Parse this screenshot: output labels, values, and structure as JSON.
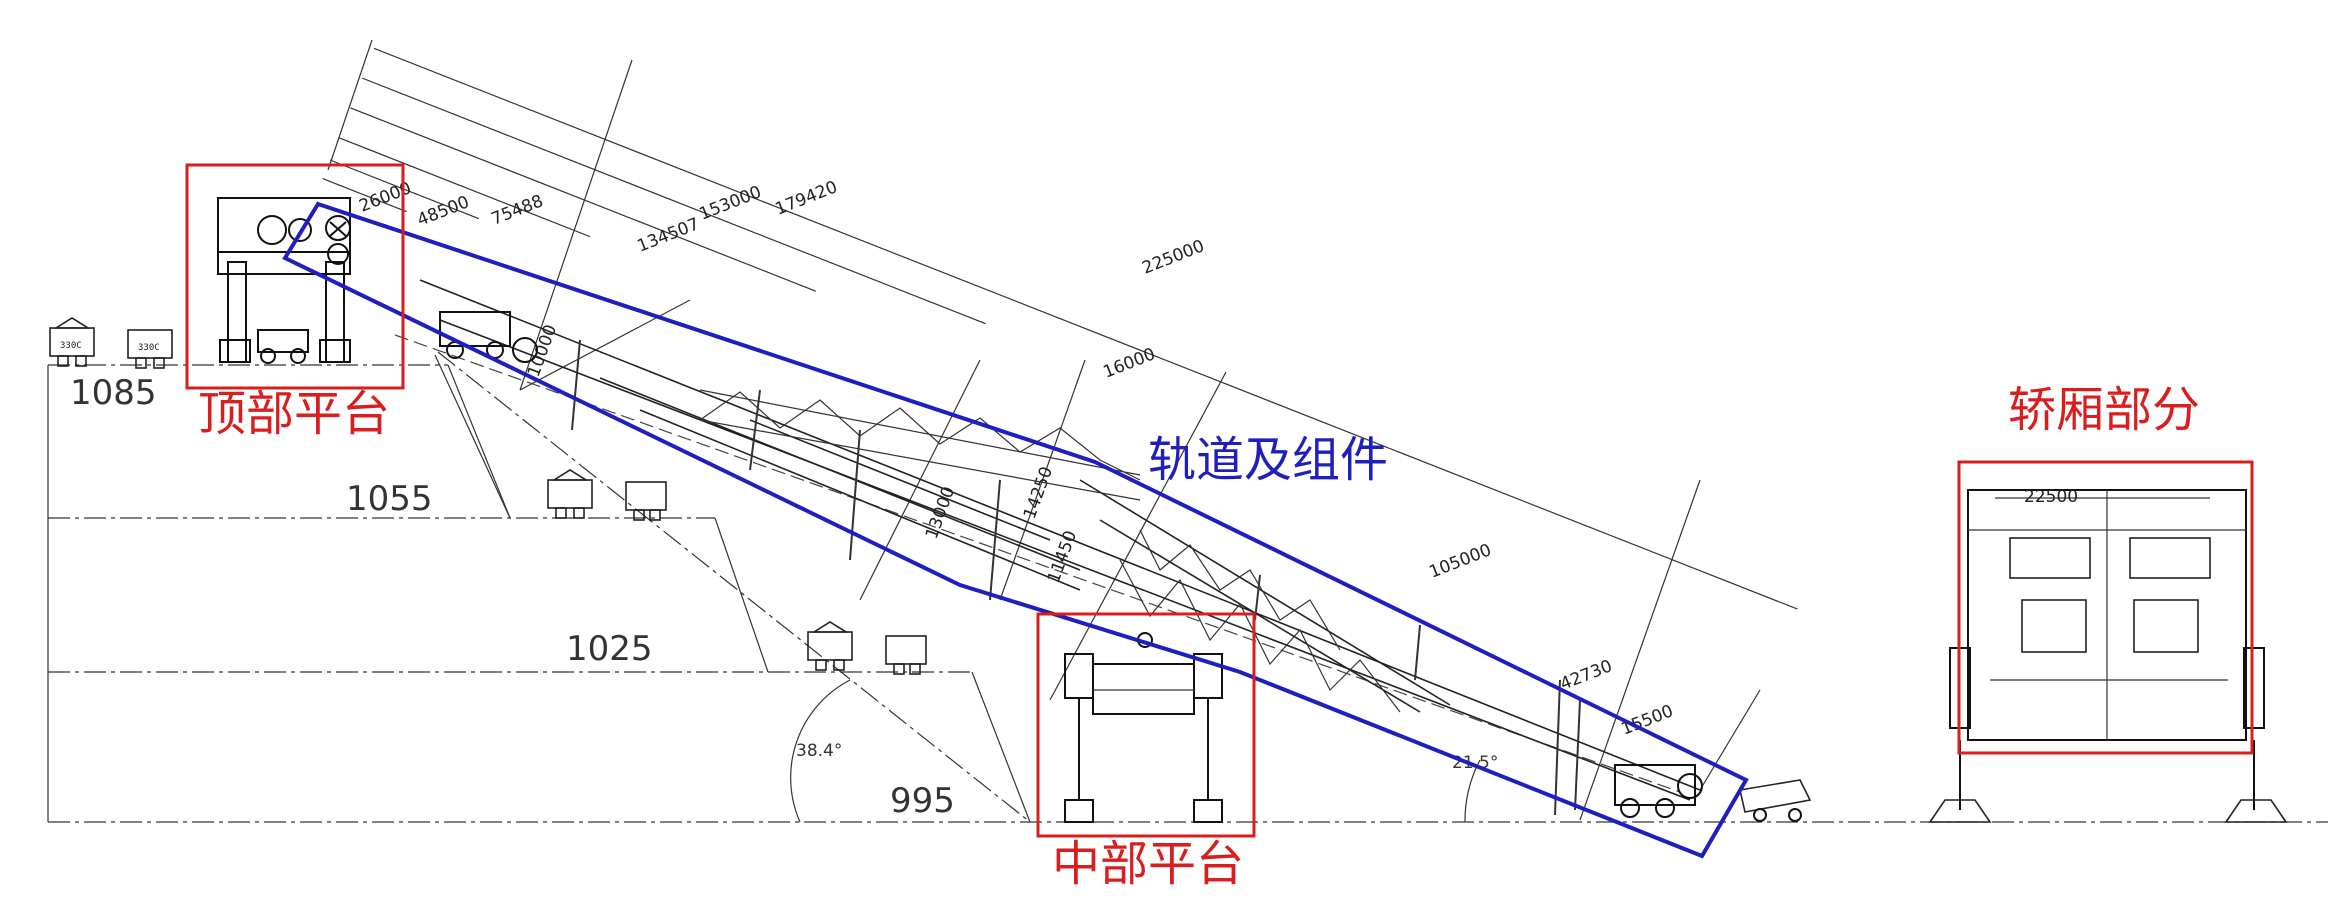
{
  "callouts": {
    "top_platform": "顶部平台",
    "track_assembly": "轨道及组件",
    "cabin": "轿厢部分",
    "middle_platform": "中部平台"
  },
  "elevations": {
    "e1085": "1085",
    "e1055": "1055",
    "e1025": "1025",
    "e995": "995"
  },
  "dimensions": {
    "d26000": "26000",
    "d48500": "48500",
    "d75488": "75488",
    "d134507": "134507",
    "d153000": "153000",
    "d179420": "179420",
    "d225000": "225000",
    "d16000": "16000",
    "d105000": "105000",
    "d42730": "42730",
    "d15500": "15500",
    "d22500": "22500",
    "d10000": "10000",
    "d13000": "13000",
    "d14250": "14250",
    "d11450": "11450"
  },
  "angles": {
    "a38": "38.4°",
    "a21": "21.5°"
  },
  "truck_labels": {
    "t1": "330C",
    "t2": "330C"
  },
  "colors": {
    "callout_red": "#d81e1e",
    "track_blue": "#1f1fbf",
    "linework": "#333333"
  }
}
